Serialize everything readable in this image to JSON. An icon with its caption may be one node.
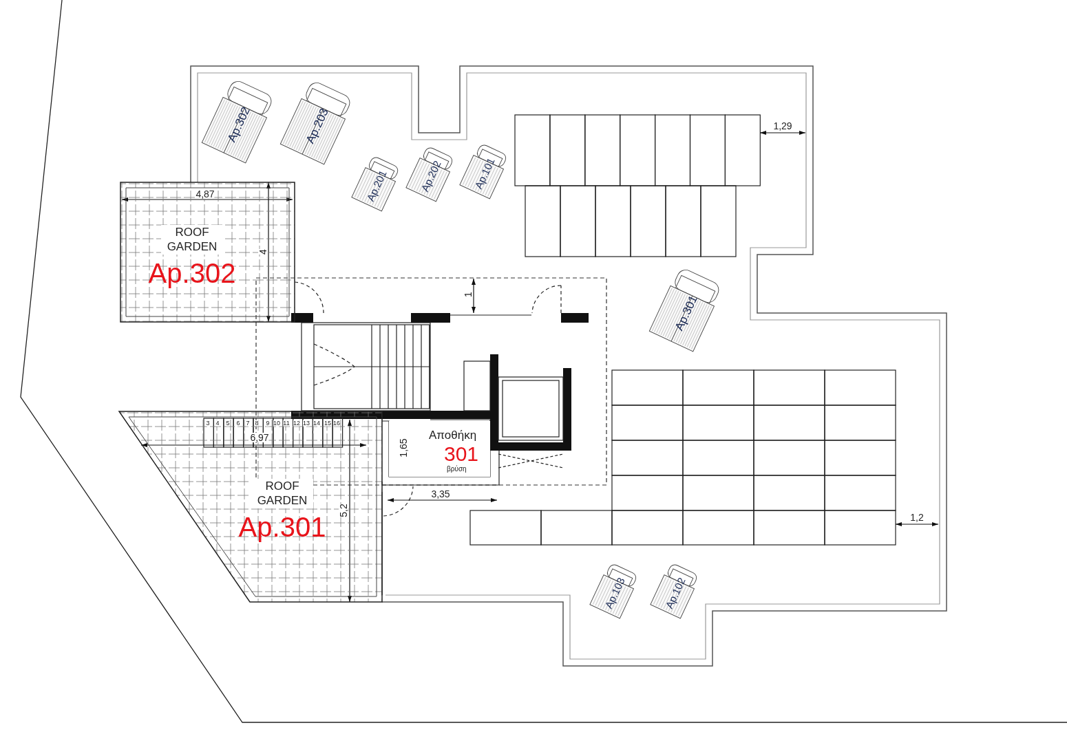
{
  "diagram": {
    "nodes": [
      {
        "text": [
          "ROOF GARDEN",
          "Ap.302"
        ]
      },
      {
        "text": [
          "ROOF GARDEN",
          "Ap.301"
        ]
      },
      {
        "text": [
          "Αποθήκη",
          "301",
          "βρύση"
        ]
      },
      {
        "text": [
          "Ap.302"
        ]
      },
      {
        "text": [
          "Ap.203"
        ]
      },
      {
        "text": [
          "Ap.201"
        ]
      },
      {
        "text": [
          "Ap.202"
        ]
      },
      {
        "text": [
          "Ap.101"
        ]
      },
      {
        "text": [
          "Ap.301"
        ]
      },
      {
        "text": [
          "Ap.103"
        ]
      },
      {
        "text": [
          "Ap.102"
        ]
      }
    ],
    "labels": [
      "1,29",
      "4,87",
      "4",
      "1",
      "3",
      "4",
      "5",
      "6",
      "7",
      "8",
      "9",
      "10",
      "11",
      "12",
      "13",
      "14",
      "15",
      "16",
      "6,97",
      "1,65",
      "3,35",
      "5,2",
      "1,2"
    ]
  }
}
